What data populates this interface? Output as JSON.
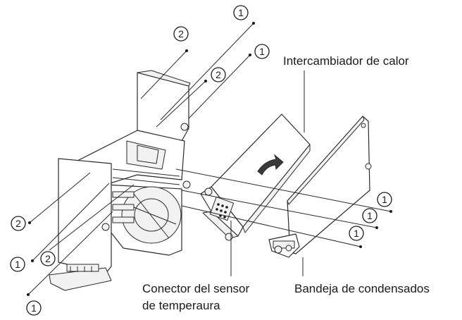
{
  "labels": {
    "heat_exchanger": "Intercambiador de calor",
    "sensor_connector_line1": "Conector del sensor",
    "sensor_connector_line2": "de temperaura",
    "condensate_tray": "Bandeja de condensados"
  },
  "screw_marks": {
    "type_1": "1",
    "type_2": "2"
  },
  "colors": {
    "line": "#2a2a2a",
    "text": "#1a1a1a",
    "background": "#ffffff"
  },
  "icons": [
    "rotation-arrow-icon"
  ]
}
